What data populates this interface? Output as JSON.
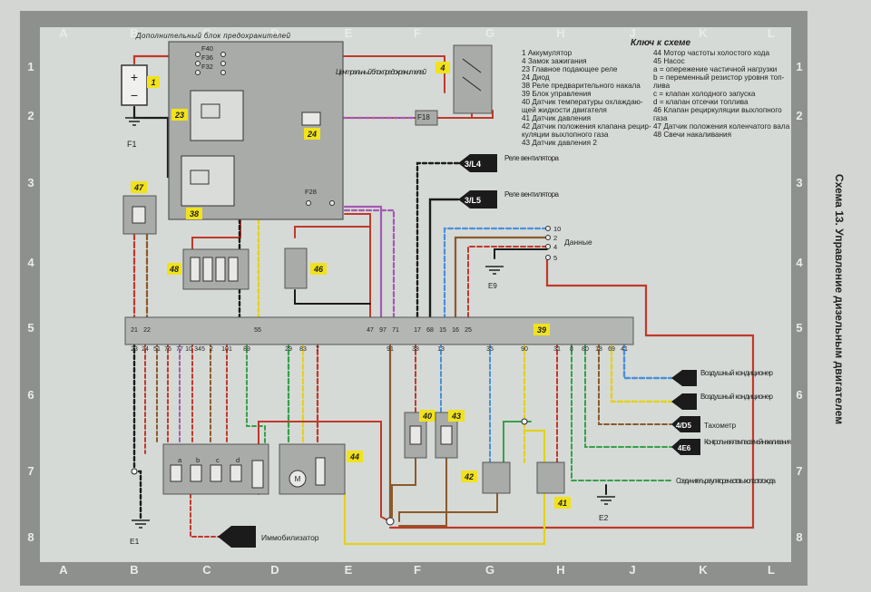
{
  "grid": {
    "columns": [
      "A",
      "B",
      "C",
      "D",
      "E",
      "F",
      "G",
      "H",
      "J",
      "K",
      "L"
    ],
    "rows": [
      "1",
      "2",
      "3",
      "4",
      "5",
      "6",
      "7",
      "8"
    ]
  },
  "title": "Схема 13. Управление дизельным двигателем",
  "legend": {
    "heading": "Ключ к схеме",
    "left": [
      "1    Аккумулятор",
      "4    Замок зажигания",
      "23   Главное подающее реле",
      "24   Диод",
      "38   Реле предварительного накала",
      "39   Блок управления",
      "40   Датчик температуры охлаждаю-",
      "      щей жидкости двигателя",
      "41   Датчик давления",
      "42   Датчик положения клапана рецир-",
      "      куляции выхлопного газа",
      "43   Датчик давления 2"
    ],
    "right": [
      "44  Мотор частоты холостого хода",
      "45  Насос",
      "      a = опережение частичной нагрузки",
      "      b = переменный резистор уровня топ-",
      "      лива",
      "      c = клапан холодного запуска",
      "      d = клапан отсечки топлива",
      "46  Клапан рециркуляции выхлопного",
      "      газа",
      "47  Датчик положения коленчатого вала",
      "48  Свечи накаливания"
    ]
  },
  "labels": {
    "extra_fuse_box": "Дополнительный блок предохранителей",
    "central_fuse_box": "Центральный блок предохранителей",
    "fan_relay_1": "Реле вентилятора",
    "fan_relay_2": "Реле вентилятора",
    "data": "Данные",
    "ac_1": "Воздушный кондиционер",
    "ac_2": "Воздушный кондиционер",
    "tachometer": "Тахометр",
    "glow_lamp": "Контрольная лампа свечей накаливания",
    "idle_connector": "Соединитель регулятора частоты холостого хода",
    "immobilizer": "Иммобилизатор"
  },
  "arrow_refs": {
    "fan_1": "3/L4",
    "fan_2": "3/L5",
    "tach": "4/D5",
    "glow": "4E6"
  },
  "refs": {
    "f1": "F1",
    "f18": "F18",
    "f28": "F28",
    "f40": "F40",
    "f36": "F36",
    "f32": "F32",
    "e1": "E1",
    "e2": "E2",
    "e9": "E9"
  },
  "components": {
    "c1": "1",
    "c4": "4",
    "c23": "23",
    "c24": "24",
    "c38": "38",
    "c39": "39",
    "c40": "40",
    "c41": "41",
    "c42": "42",
    "c43": "43",
    "c44": "44",
    "c46": "46",
    "c47": "47",
    "c48": "48"
  },
  "ecu_top_pins": [
    "21",
    "22",
    "55",
    "47",
    "97",
    "71",
    "17",
    "68",
    "15",
    "16",
    "25"
  ],
  "ecu_bottom_pins": [
    "23",
    "24",
    "51",
    "76",
    "77",
    "10",
    "345",
    "2",
    "101",
    "89",
    "29",
    "83",
    "7",
    "91",
    "38",
    "13",
    "35",
    "90",
    "31",
    "8",
    "80",
    "18",
    "69",
    "41"
  ],
  "data_connector_pins": [
    "10",
    "2",
    "4",
    "5"
  ],
  "pump_letters": [
    "a",
    "b",
    "c",
    "d"
  ],
  "colors": {
    "frame": "#8d8f8c",
    "paper": "#d5d9d6",
    "box": "#a9aba8",
    "highlight": "#f1e21b",
    "red": "#c0392b",
    "black": "#1b1b1b",
    "violet": "#a45ab0",
    "blue": "#4a90d9",
    "green": "#37a04b",
    "yellow": "#e2d21c",
    "brown": "#8b5a2b"
  }
}
